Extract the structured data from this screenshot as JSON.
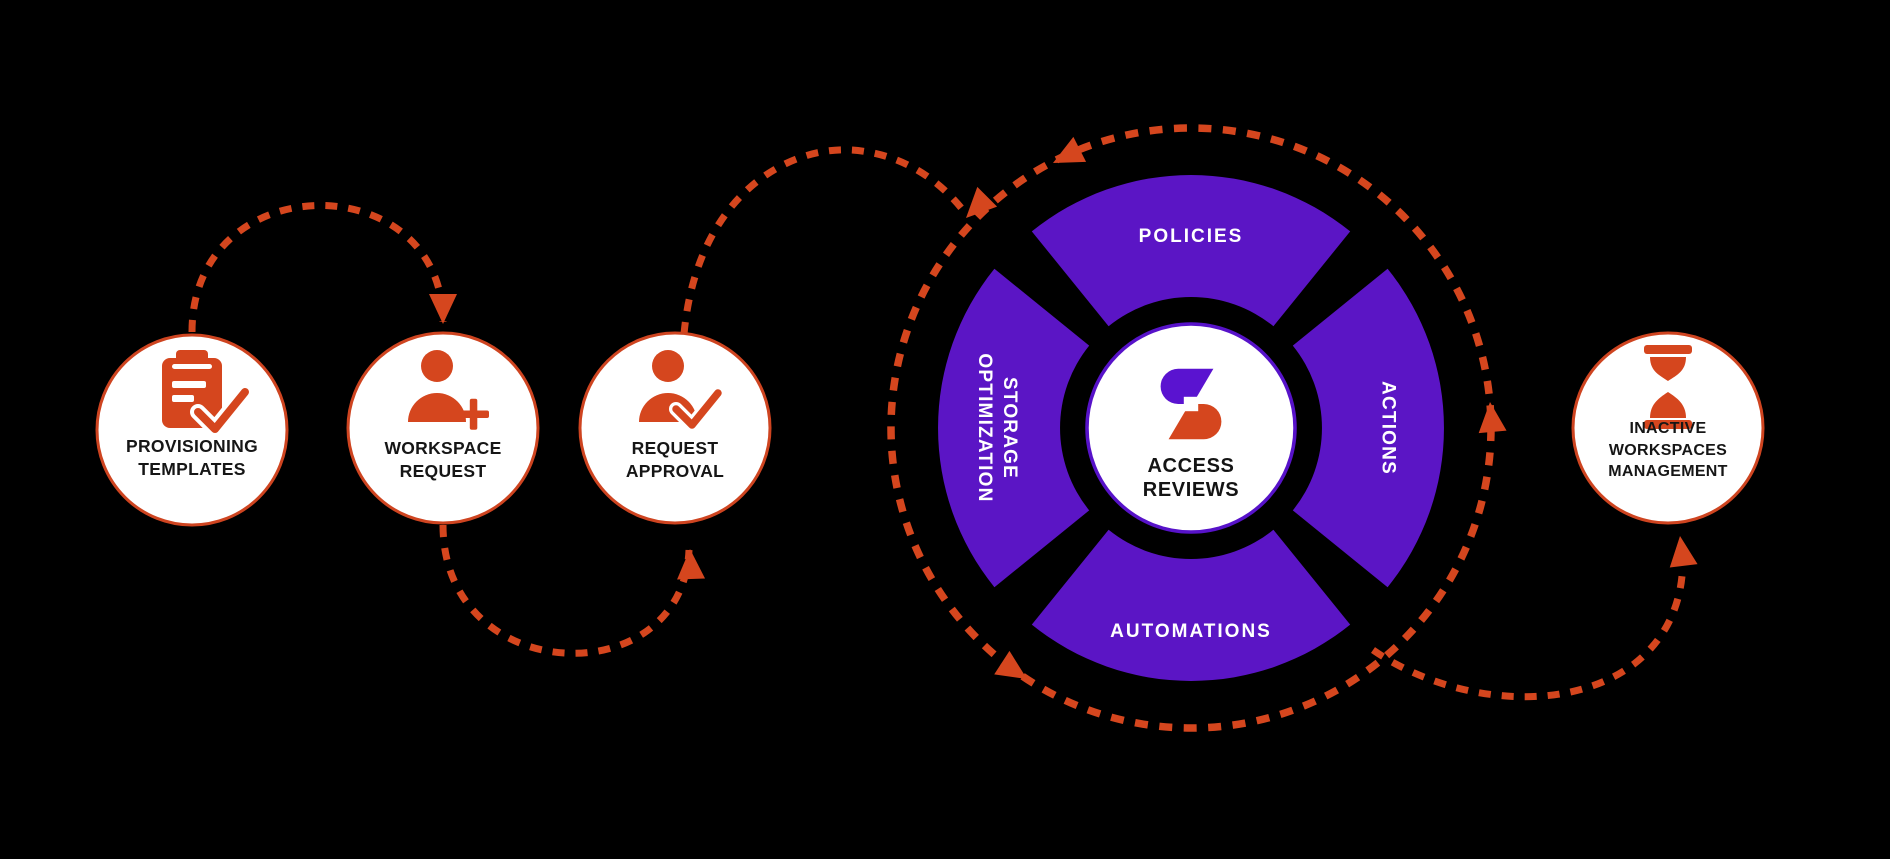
{
  "colors": {
    "background": "#000000",
    "orange": "#D5461E",
    "purple": "#5B15C5",
    "logo_purple": "#5A13D0",
    "text_dark": "#161616",
    "white": "#FFFFFF"
  },
  "flow_nodes": [
    {
      "id": "provisioning-templates",
      "icon": "clipboard-check-icon",
      "label_lines": [
        "PROVISIONING",
        "TEMPLATES"
      ]
    },
    {
      "id": "workspace-request",
      "icon": "user-plus-icon",
      "label_lines": [
        "WORKSPACE",
        "REQUEST"
      ]
    },
    {
      "id": "request-approval",
      "icon": "user-check-icon",
      "label_lines": [
        "REQUEST",
        "APPROVAL"
      ]
    },
    {
      "id": "inactive-workspaces-management",
      "icon": "hourglass-icon",
      "label_lines": [
        "INACTIVE",
        "WORKSPACES",
        "MANAGEMENT"
      ]
    }
  ],
  "wheel": {
    "center": {
      "logo": "syskit-logo",
      "label_lines": [
        "ACCESS",
        "REVIEWS"
      ]
    },
    "segments": [
      {
        "id": "policies",
        "position": "top",
        "label": "POLICIES"
      },
      {
        "id": "storage-optimization",
        "position": "left",
        "label_lines": [
          "STORAGE",
          "OPTIMIZATION"
        ]
      },
      {
        "id": "actions",
        "position": "right",
        "label": "ACTIONS"
      },
      {
        "id": "automations",
        "position": "bottom",
        "label": "AUTOMATIONS"
      }
    ]
  }
}
